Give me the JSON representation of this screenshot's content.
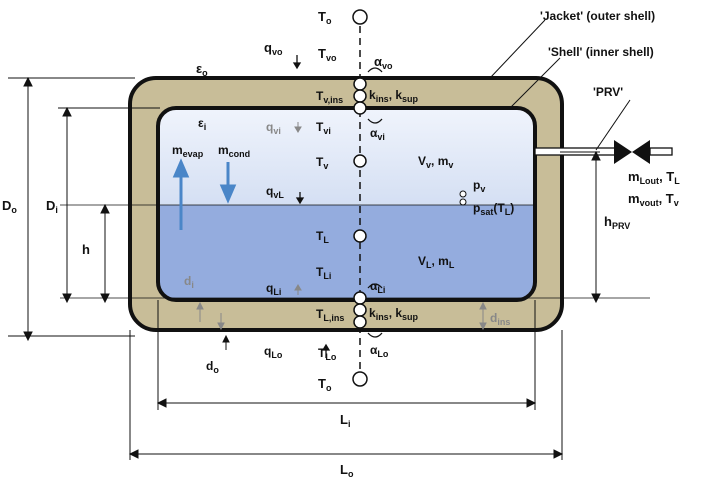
{
  "colors": {
    "jacket": "#c8bd98",
    "vapor_top": "#f0f4fc",
    "vapor_bottom": "#d4dff3",
    "liquid": "#94acde",
    "outline": "#111111",
    "arrow_blue": "#4a86c8",
    "grey": "#888888"
  },
  "labels": {
    "jacket": "'Jacket' (outer shell)",
    "shell": "'Shell' (inner shell)",
    "prv": "'PRV'",
    "eps_o": "ε",
    "eps_o_sub": "o",
    "eps_i": "ε",
    "eps_i_sub": "i",
    "T_top": "T",
    "T_top_sub": "o",
    "T_bot": "T",
    "T_bot_sub": "o",
    "q_vo": "q",
    "q_vo_sub": "vo",
    "T_vo": "T",
    "T_vo_sub": "vo",
    "alpha_vo": "α",
    "alpha_vo_sub": "vo",
    "T_vins": "T",
    "T_vins_sub": "v,ins",
    "k_ins_top": "k",
    "k_ins_top_sub": "ins",
    "k_sup_top": ", k",
    "k_sup_top_sub": "sup",
    "q_vi": "q",
    "q_vi_sub": "vi",
    "T_vi": "T",
    "T_vi_sub": "vi",
    "alpha_vi": "α",
    "alpha_vi_sub": "vi",
    "m_evap": "m",
    "m_evap_sub": "evap",
    "m_cond": "m",
    "m_cond_sub": "cond",
    "T_v": "T",
    "T_v_sub": "v",
    "V_v": "V",
    "V_v_sub": "v",
    "m_v": ", m",
    "m_v_sub": "v",
    "q_vL": "q",
    "q_vL_sub": "vL",
    "p_v": "p",
    "p_v_sub": "v",
    "p_sat": "p",
    "p_sat_sub": "sat",
    "p_sat_arg": "(T",
    "p_sat_arg_sub": "L",
    "p_sat_close": ")",
    "T_L": "T",
    "T_L_sub": "L",
    "V_L": "V",
    "V_L_sub": "L",
    "m_L": ", m",
    "m_L_sub": "L",
    "q_Li": "q",
    "q_Li_sub": "Li",
    "T_Li": "T",
    "T_Li_sub": "Li",
    "alpha_Li": "α",
    "alpha_Li_sub": "Li",
    "d_i": "d",
    "d_i_sub": "i",
    "T_Lins": "T",
    "T_Lins_sub": "L,ins",
    "k_ins_bot": "k",
    "k_ins_bot_sub": "ins",
    "k_sup_bot": ", k",
    "k_sup_bot_sub": "sup",
    "d_ins": "d",
    "d_ins_sub": "ins",
    "d_o": "d",
    "d_o_sub": "o",
    "q_Lo": "q",
    "q_Lo_sub": "Lo",
    "T_Lo": "T",
    "T_Lo_sub": "Lo",
    "alpha_Lo": "α",
    "alpha_Lo_sub": "Lo",
    "D_o": "D",
    "D_o_sub": "o",
    "D_i": "D",
    "D_i_sub": "i",
    "h": "h",
    "h_PRV": "h",
    "h_PRV_sub": "PRV",
    "L_i": "L",
    "L_i_sub": "i",
    "L_o": "L",
    "L_o_sub": "o",
    "m_Lout": "m",
    "m_Lout_sub": "Lout",
    "m_Lout_T": ", T",
    "m_Lout_T_sub": "L",
    "m_vout": "m",
    "m_vout_sub": "vout",
    "m_vout_T": ", T",
    "m_vout_T_sub": "v"
  }
}
